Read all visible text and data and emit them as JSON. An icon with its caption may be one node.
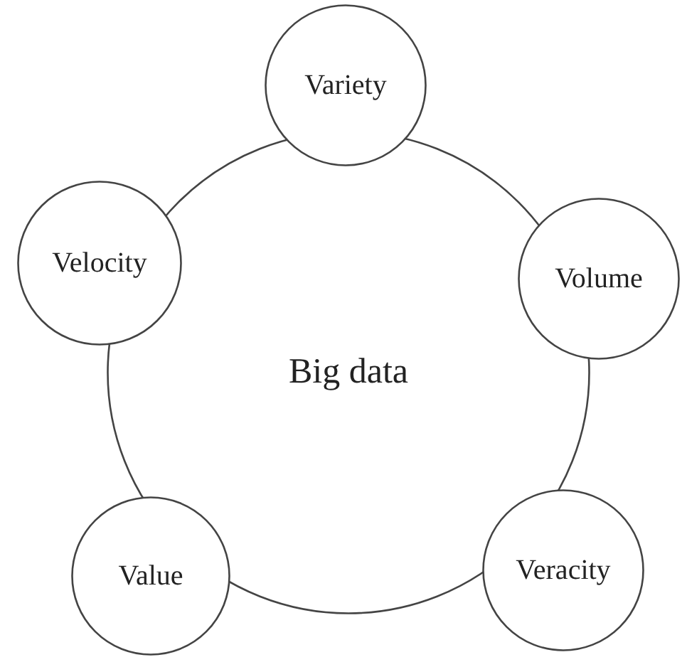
{
  "diagram": {
    "nodes": [
      {
        "text": [
          "Variety"
        ]
      },
      {
        "text": [
          "Velocity"
        ]
      },
      {
        "text": [
          "Volume"
        ]
      },
      {
        "text": [
          "Big data"
        ]
      },
      {
        "text": [
          "Value"
        ]
      },
      {
        "text": [
          "Veracity"
        ]
      }
    ]
  }
}
